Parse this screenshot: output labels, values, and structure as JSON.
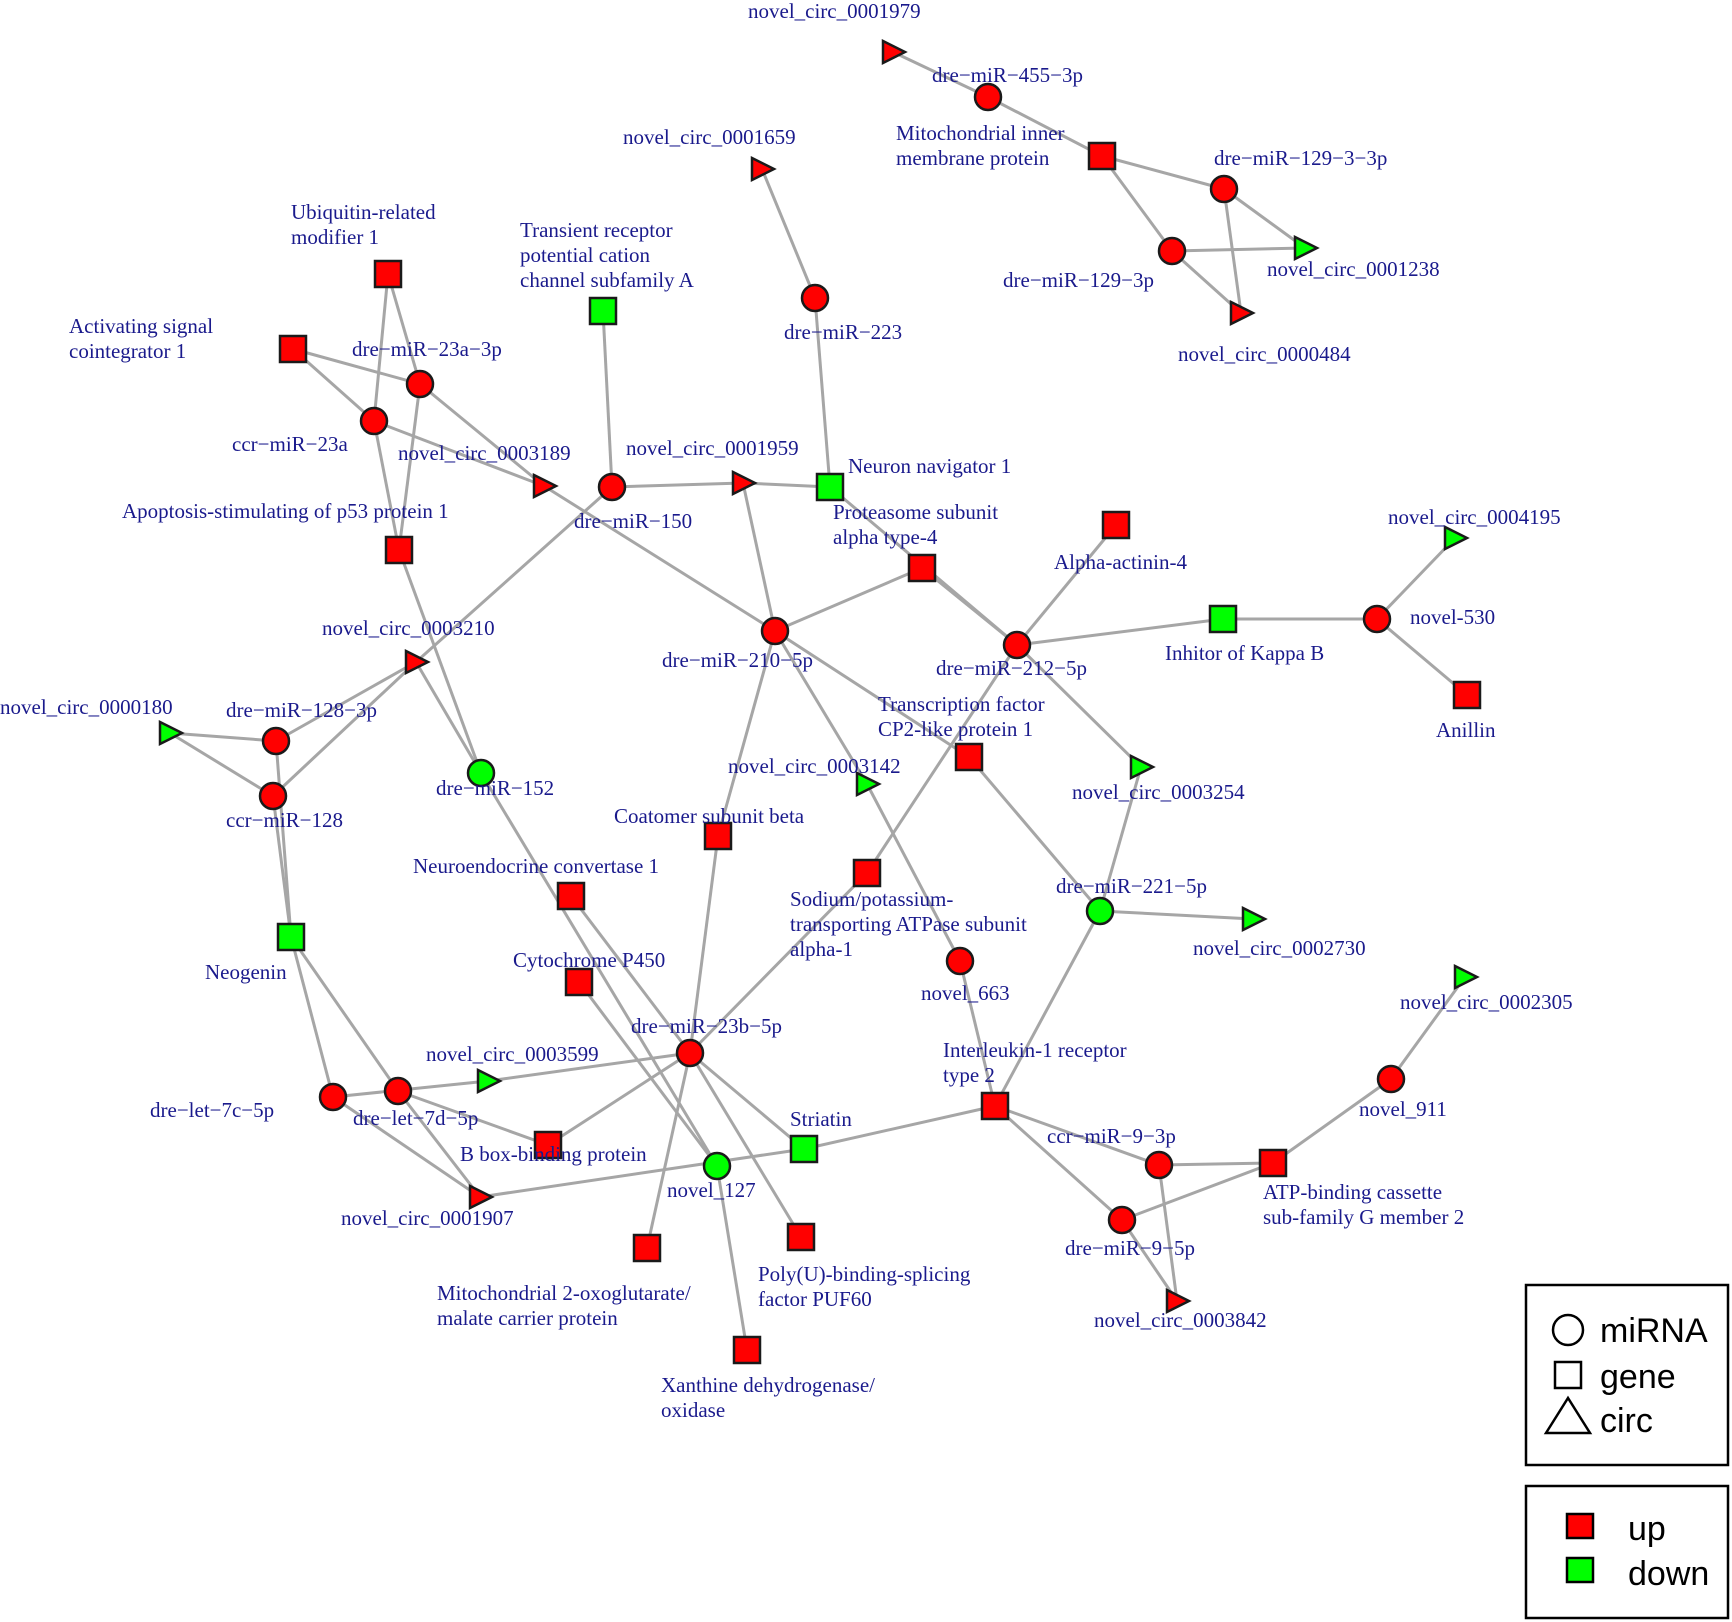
{
  "colors": {
    "up": "#ff0000",
    "down": "#00ff00",
    "edge": "#a6a6a6",
    "label": "#1a1a8c"
  },
  "legend": {
    "shapes": [
      {
        "shape": "circle",
        "label": "miRNA"
      },
      {
        "shape": "square",
        "label": "gene"
      },
      {
        "shape": "triangle",
        "label": "circ"
      }
    ],
    "regulation": [
      {
        "key": "up",
        "label": "up"
      },
      {
        "key": "down",
        "label": "down"
      }
    ]
  },
  "nodes": [
    {
      "id": "c1979",
      "type": "circ",
      "reg": "up",
      "label": [
        "novel_circ_0001979"
      ]
    },
    {
      "id": "m455",
      "type": "miRNA",
      "reg": "up",
      "label": [
        "dre−miR−455−3p"
      ]
    },
    {
      "id": "gMito",
      "type": "gene",
      "reg": "up",
      "label": [
        "Mitochondrial inner",
        "membrane protein"
      ]
    },
    {
      "id": "m1293",
      "type": "miRNA",
      "reg": "up",
      "label": [
        "dre−miR−129−3−3p"
      ]
    },
    {
      "id": "m129",
      "type": "miRNA",
      "reg": "up",
      "label": [
        "dre−miR−129−3p"
      ]
    },
    {
      "id": "c1238",
      "type": "circ",
      "reg": "down",
      "label": [
        "novel_circ_0001238"
      ]
    },
    {
      "id": "c0484",
      "type": "circ",
      "reg": "up",
      "label": [
        "novel_circ_0000484"
      ]
    },
    {
      "id": "c1659",
      "type": "circ",
      "reg": "up",
      "label": [
        "novel_circ_0001659"
      ]
    },
    {
      "id": "m223",
      "type": "miRNA",
      "reg": "up",
      "label": [
        "dre−miR−223"
      ]
    },
    {
      "id": "gUbiq",
      "type": "gene",
      "reg": "up",
      "label": [
        "Ubiquitin-related",
        "modifier 1"
      ]
    },
    {
      "id": "gTrp",
      "type": "gene",
      "reg": "down",
      "label": [
        "Transient receptor",
        "potential cation",
        "channel subfamily A"
      ]
    },
    {
      "id": "gActiv",
      "type": "gene",
      "reg": "up",
      "label": [
        "Activating signal",
        "cointegrator 1"
      ]
    },
    {
      "id": "m23a3p",
      "type": "miRNA",
      "reg": "up",
      "label": [
        "dre−miR−23a−3p"
      ]
    },
    {
      "id": "ccr23a",
      "type": "miRNA",
      "reg": "up",
      "label": [
        "ccr−miR−23a"
      ]
    },
    {
      "id": "c3189",
      "type": "circ",
      "reg": "up",
      "label": [
        "novel_circ_0003189"
      ]
    },
    {
      "id": "m150",
      "type": "miRNA",
      "reg": "up",
      "label": [
        "dre−miR−150"
      ]
    },
    {
      "id": "c1959",
      "type": "circ",
      "reg": "up",
      "label": [
        "novel_circ_0001959"
      ]
    },
    {
      "id": "gNeuron",
      "type": "gene",
      "reg": "down",
      "label": [
        "Neuron navigator 1"
      ]
    },
    {
      "id": "gApop",
      "type": "gene",
      "reg": "up",
      "label": [
        "Apoptosis-stimulating of p53 protein 1"
      ]
    },
    {
      "id": "gProt",
      "type": "gene",
      "reg": "up",
      "label": [
        "Proteasome subunit",
        "alpha type-4"
      ]
    },
    {
      "id": "gAlpha",
      "type": "gene",
      "reg": "up",
      "label": [
        "Alpha-actinin-4"
      ]
    },
    {
      "id": "c4195",
      "type": "circ",
      "reg": "down",
      "label": [
        "novel_circ_0004195"
      ]
    },
    {
      "id": "m2105p",
      "type": "miRNA",
      "reg": "up",
      "label": [
        "dre−miR−210−5p"
      ]
    },
    {
      "id": "m2125p",
      "type": "miRNA",
      "reg": "up",
      "label": [
        "dre−miR−212−5p"
      ]
    },
    {
      "id": "gInhi",
      "type": "gene",
      "reg": "down",
      "label": [
        "Inhitor of Kappa B"
      ]
    },
    {
      "id": "n530",
      "type": "miRNA",
      "reg": "up",
      "label": [
        "novel-530"
      ]
    },
    {
      "id": "gAnillin",
      "type": "gene",
      "reg": "up",
      "label": [
        "Anillin"
      ]
    },
    {
      "id": "c3210",
      "type": "circ",
      "reg": "up",
      "label": [
        "novel_circ_0003210"
      ]
    },
    {
      "id": "c0180",
      "type": "circ",
      "reg": "down",
      "label": [
        "novel_circ_0000180"
      ]
    },
    {
      "id": "m1283p",
      "type": "miRNA",
      "reg": "up",
      "label": [
        "dre−miR−128−3p"
      ]
    },
    {
      "id": "ccr128",
      "type": "miRNA",
      "reg": "up",
      "label": [
        "ccr−miR−128"
      ]
    },
    {
      "id": "m152",
      "type": "miRNA",
      "reg": "down",
      "label": [
        "dre−miR−152"
      ]
    },
    {
      "id": "gTcf",
      "type": "gene",
      "reg": "up",
      "label": [
        "Transcription factor",
        "CP2-like protein 1"
      ]
    },
    {
      "id": "c3142",
      "type": "circ",
      "reg": "down",
      "label": [
        "novel_circ_0003142"
      ]
    },
    {
      "id": "c3254",
      "type": "circ",
      "reg": "down",
      "label": [
        "novel_circ_0003254"
      ]
    },
    {
      "id": "gCoat",
      "type": "gene",
      "reg": "up",
      "label": [
        "Coatomer subunit beta"
      ]
    },
    {
      "id": "gNeuro",
      "type": "gene",
      "reg": "up",
      "label": [
        "Neuroendocrine convertase 1"
      ]
    },
    {
      "id": "gSod",
      "type": "gene",
      "reg": "up",
      "label": [
        "Sodium/potassium-",
        "transporting ATPase subunit",
        "alpha-1"
      ]
    },
    {
      "id": "m2215p",
      "type": "miRNA",
      "reg": "down",
      "label": [
        "dre−miR−221−5p"
      ]
    },
    {
      "id": "c2730",
      "type": "circ",
      "reg": "down",
      "label": [
        "novel_circ_0002730"
      ]
    },
    {
      "id": "gNeogenin",
      "type": "gene",
      "reg": "down",
      "label": [
        "Neogenin"
      ]
    },
    {
      "id": "gCyto",
      "type": "gene",
      "reg": "up",
      "label": [
        "Cytochrome P450"
      ]
    },
    {
      "id": "n663",
      "type": "miRNA",
      "reg": "up",
      "label": [
        "novel_663"
      ]
    },
    {
      "id": "c2305",
      "type": "circ",
      "reg": "down",
      "label": [
        "novel_circ_0002305"
      ]
    },
    {
      "id": "m23b",
      "type": "miRNA",
      "reg": "up",
      "label": [
        "dre−miR−23b−5p"
      ]
    },
    {
      "id": "c3599",
      "type": "circ",
      "reg": "down",
      "label": [
        "novel_circ_0003599"
      ]
    },
    {
      "id": "gIl1",
      "type": "gene",
      "reg": "up",
      "label": [
        "Interleukin-1 receptor",
        "type 2"
      ]
    },
    {
      "id": "n911",
      "type": "miRNA",
      "reg": "up",
      "label": [
        "novel_911"
      ]
    },
    {
      "id": "let7c",
      "type": "miRNA",
      "reg": "up",
      "label": [
        "dre−let−7c−5p"
      ]
    },
    {
      "id": "let7d",
      "type": "miRNA",
      "reg": "up",
      "label": [
        "dre−let−7d−5p"
      ]
    },
    {
      "id": "gStriatin",
      "type": "gene",
      "reg": "down",
      "label": [
        "Striatin"
      ]
    },
    {
      "id": "gBbox",
      "type": "gene",
      "reg": "up",
      "label": [
        "B box-binding protein"
      ]
    },
    {
      "id": "ccr93p",
      "type": "miRNA",
      "reg": "up",
      "label": [
        "ccr−miR−9−3p"
      ]
    },
    {
      "id": "gAbc",
      "type": "gene",
      "reg": "up",
      "label": [
        "ATP-binding cassette",
        "sub-family G member 2"
      ]
    },
    {
      "id": "n127",
      "type": "miRNA",
      "reg": "down",
      "label": [
        "novel_127"
      ]
    },
    {
      "id": "c1907",
      "type": "circ",
      "reg": "up",
      "label": [
        "novel_circ_0001907"
      ]
    },
    {
      "id": "m95p",
      "type": "miRNA",
      "reg": "up",
      "label": [
        "dre−miR−9−5p"
      ]
    },
    {
      "id": "gMito2",
      "type": "gene",
      "reg": "up",
      "label": [
        "Mitochondrial 2-oxoglutarate/",
        "malate carrier protein"
      ]
    },
    {
      "id": "gPoly",
      "type": "gene",
      "reg": "up",
      "label": [
        "Poly(U)-binding-splicing",
        "factor PUF60"
      ]
    },
    {
      "id": "c3842",
      "type": "circ",
      "reg": "up",
      "label": [
        "novel_circ_0003842"
      ]
    },
    {
      "id": "gXan",
      "type": "gene",
      "reg": "up",
      "label": [
        "Xanthine dehydrogenase/",
        "oxidase"
      ]
    }
  ],
  "edges": [
    [
      "c1979",
      "m455"
    ],
    [
      "m455",
      "gMito"
    ],
    [
      "gMito",
      "m1293"
    ],
    [
      "gMito",
      "m129"
    ],
    [
      "m1293",
      "c1238"
    ],
    [
      "m1293",
      "c0484"
    ],
    [
      "m129",
      "c1238"
    ],
    [
      "m129",
      "c0484"
    ],
    [
      "c1659",
      "m223"
    ],
    [
      "m223",
      "gNeuron"
    ],
    [
      "gUbiq",
      "ccr23a"
    ],
    [
      "gUbiq",
      "m23a3p"
    ],
    [
      "gActiv",
      "m23a3p"
    ],
    [
      "gActiv",
      "ccr23a"
    ],
    [
      "m23a3p",
      "gApop"
    ],
    [
      "m23a3p",
      "c3189"
    ],
    [
      "ccr23a",
      "gApop"
    ],
    [
      "ccr23a",
      "c3189"
    ],
    [
      "gTrp",
      "m150"
    ],
    [
      "m150",
      "c1959"
    ],
    [
      "c1959",
      "gNeuron"
    ],
    [
      "m150",
      "c3210"
    ],
    [
      "c3189",
      "m2105p"
    ],
    [
      "c1959",
      "m2105p"
    ],
    [
      "m2105p",
      "gProt"
    ],
    [
      "m2105p",
      "gTcf"
    ],
    [
      "m2105p",
      "c3142"
    ],
    [
      "m2105p",
      "gCoat"
    ],
    [
      "gNeuron",
      "m2125p"
    ],
    [
      "gProt",
      "m2125p"
    ],
    [
      "gAlpha",
      "m2125p"
    ],
    [
      "m2125p",
      "gInhi"
    ],
    [
      "m2125p",
      "c3254"
    ],
    [
      "m2125p",
      "gSod"
    ],
    [
      "gInhi",
      "n530"
    ],
    [
      "n530",
      "c4195"
    ],
    [
      "n530",
      "gAnillin"
    ],
    [
      "gTcf",
      "m2215p"
    ],
    [
      "c3254",
      "m2215p"
    ],
    [
      "m2215p",
      "c2730"
    ],
    [
      "m2215p",
      "gIl1"
    ],
    [
      "c3142",
      "n663"
    ],
    [
      "n663",
      "gIl1"
    ],
    [
      "c3210",
      "m1283p"
    ],
    [
      "c3210",
      "ccr128"
    ],
    [
      "c3210",
      "m152"
    ],
    [
      "gApop",
      "m152"
    ],
    [
      "c0180",
      "m1283p"
    ],
    [
      "c0180",
      "ccr128"
    ],
    [
      "m1283p",
      "gNeogenin"
    ],
    [
      "ccr128",
      "gNeogenin"
    ],
    [
      "gNeogenin",
      "let7c"
    ],
    [
      "gNeogenin",
      "let7d"
    ],
    [
      "m152",
      "n127"
    ],
    [
      "gNeuro",
      "m23b"
    ],
    [
      "gCoat",
      "m23b"
    ],
    [
      "gSod",
      "m23b"
    ],
    [
      "gCyto",
      "n127"
    ],
    [
      "m23b",
      "c3599"
    ],
    [
      "m23b",
      "gBbox"
    ],
    [
      "m23b",
      "gStriatin"
    ],
    [
      "m23b",
      "gMito2"
    ],
    [
      "m23b",
      "gPoly"
    ],
    [
      "let7c",
      "c1907"
    ],
    [
      "let7c",
      "c3599"
    ],
    [
      "let7d",
      "c1907"
    ],
    [
      "let7d",
      "gBbox"
    ],
    [
      "c1907",
      "gStriatin"
    ],
    [
      "gStriatin",
      "gIl1"
    ],
    [
      "n127",
      "gXan"
    ],
    [
      "gIl1",
      "ccr93p"
    ],
    [
      "gIl1",
      "m95p"
    ],
    [
      "ccr93p",
      "gAbc"
    ],
    [
      "m95p",
      "gAbc"
    ],
    [
      "ccr93p",
      "c3842"
    ],
    [
      "m95p",
      "c3842"
    ],
    [
      "gAbc",
      "n911"
    ],
    [
      "n911",
      "c2305"
    ]
  ]
}
